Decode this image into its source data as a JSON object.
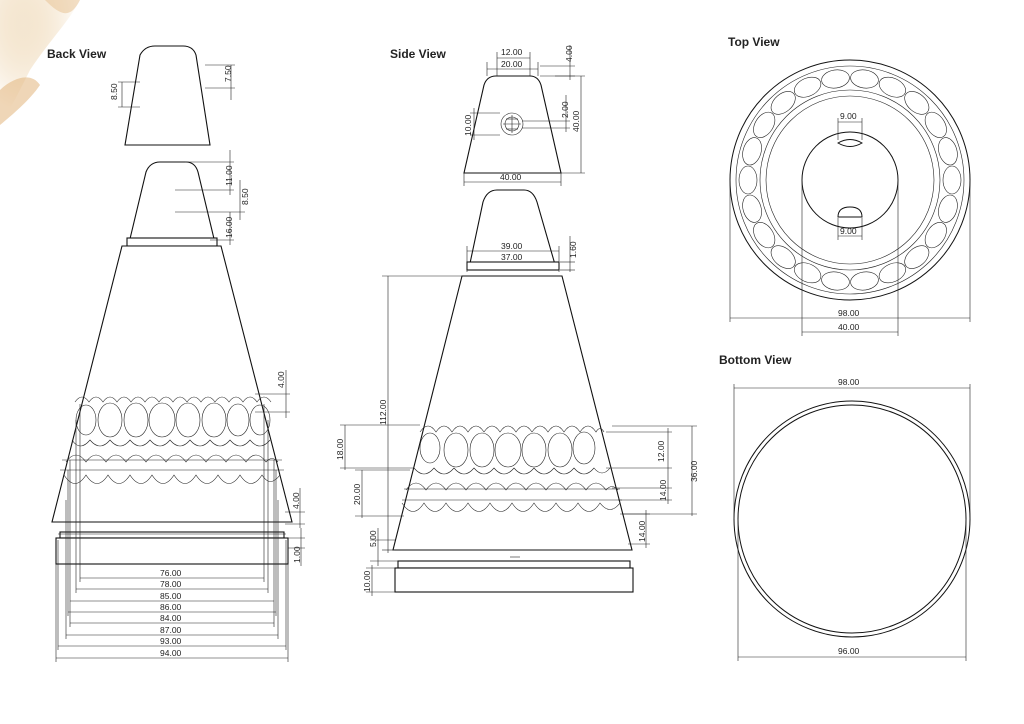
{
  "views": {
    "back": "Back View",
    "side": "Side View",
    "top": "Top View",
    "bottom": "Bottom View"
  },
  "back_view_dims": {
    "cap_top_h": "7.50",
    "cap_side_h": "8.50",
    "cone_11": "11.00",
    "cone_85": "8.50",
    "cone_16": "16.00",
    "tier_4": "4.00",
    "base_4": "4.00",
    "base_1": "1.00",
    "widths": [
      "76.00",
      "78.00",
      "85.00",
      "86.00",
      "84.00",
      "87.00",
      "93.00",
      "94.00"
    ]
  },
  "side_view_dims": {
    "top_12": "12.00",
    "top_20": "20.00",
    "top_4": "4.00",
    "knob_10": "10.00",
    "knob_2": "2.00",
    "cap_40h": "40.00",
    "cap_40w": "40.00",
    "neck_39": "39.00",
    "neck_37": "37.00",
    "neck_160": "1.60",
    "height_112": "112.00",
    "left_18": "18.00",
    "left_20": "20.00",
    "left_5": "5.00",
    "left_10": "10.00",
    "right_12": "12.00",
    "right_14": "14.00",
    "right_14b": "14.00",
    "right_36": "36.00"
  },
  "top_view_dims": {
    "slot_top": "9.00",
    "slot_bottom": "9.00",
    "outer": "98.00",
    "inner": "40.00"
  },
  "bottom_view_dims": {
    "outer": "98.00",
    "inner": "96.00"
  }
}
